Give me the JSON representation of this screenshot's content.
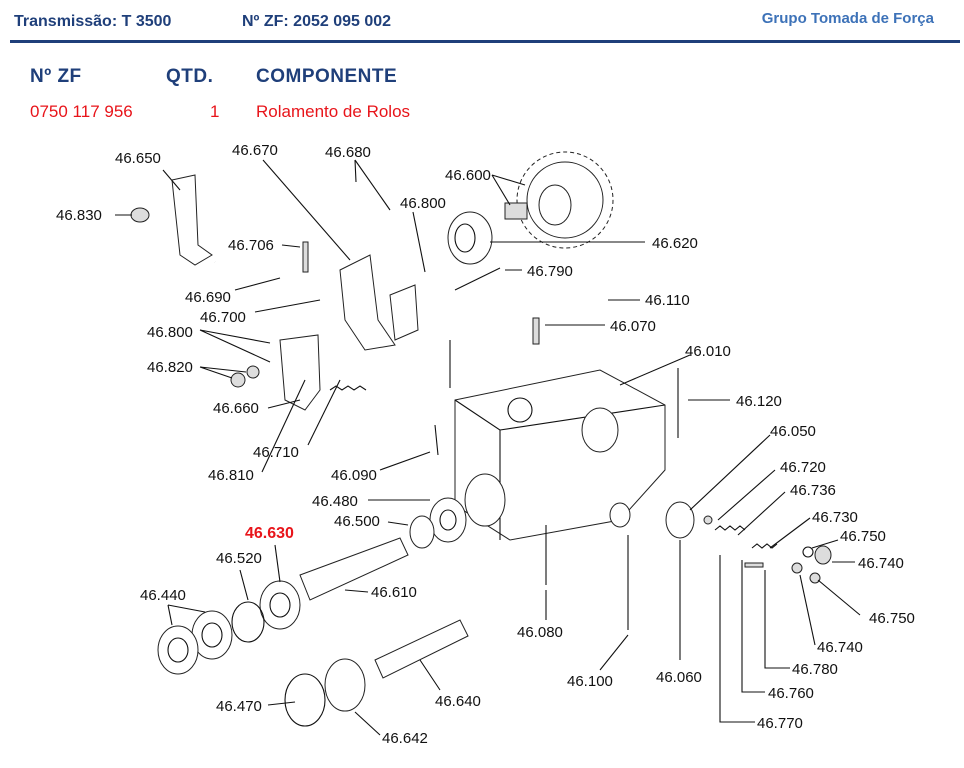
{
  "header": {
    "transmission": "Transmissão: T 3500",
    "zf_number": "Nº ZF: 2052 095 002",
    "group": "Grupo Tomada de Força"
  },
  "table": {
    "headers": {
      "zf": "Nº ZF",
      "qty": "QTD.",
      "component": "COMPONENTE"
    },
    "row": {
      "zf": "0750 117 956",
      "qty": "1",
      "component": "Rolamento de Rolos"
    }
  },
  "diagram": {
    "highlighted_part": "46.630",
    "labels": [
      "46.650",
      "46.670",
      "46.680",
      "46.600",
      "46.830",
      "46.800",
      "46.706",
      "46.620",
      "46.790",
      "46.690",
      "46.700",
      "46.110",
      "46.070",
      "46.800",
      "46.010",
      "46.820",
      "46.120",
      "46.660",
      "46.050",
      "46.710",
      "46.720",
      "46.090",
      "46.810",
      "46.736",
      "46.480",
      "46.730",
      "46.500",
      "46.750",
      "46.520",
      "46.740",
      "46.610",
      "46.440",
      "46.080",
      "46.750",
      "46.740",
      "46.100",
      "46.060",
      "46.780",
      "46.640",
      "46.470",
      "46.760",
      "46.642",
      "46.770"
    ]
  }
}
